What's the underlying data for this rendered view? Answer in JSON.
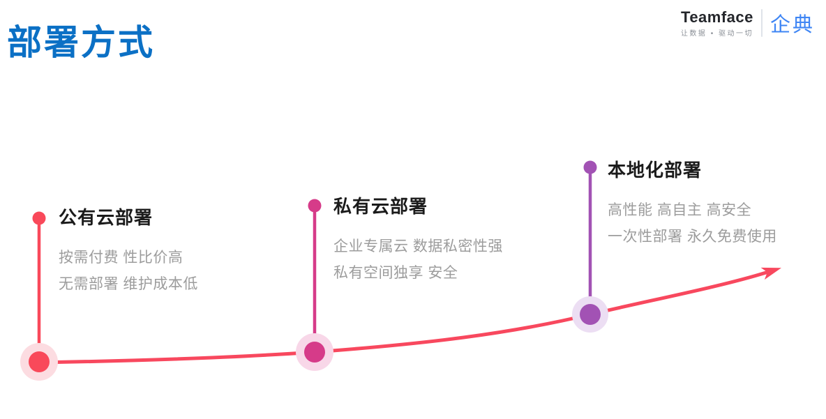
{
  "page": {
    "background": "#ffffff"
  },
  "header": {
    "title": "部署方式",
    "title_color": "#0b70c5"
  },
  "logo": {
    "brand": "Teamface",
    "brand_color": "#24262b",
    "tagline": "让数据 • 驱动一切",
    "tagline_color": "#8b9097",
    "divider_color": "#dfe3e9",
    "product": "企典",
    "product_color": "#3e85f4"
  },
  "timeline": {
    "curve_color": "#f8485e",
    "title_color": "#1b1b1b",
    "desc_color": "#9c9c9c",
    "milestones": [
      {
        "title": "公有云部署",
        "desc_line1": "按需付费 性比价高",
        "desc_line2": "无需部署 维护成本低",
        "accent_color": "#f9495a",
        "halo_color": "#fcdce1"
      },
      {
        "title": "私有云部署",
        "desc_line1": "企业专属云 数据私密性强",
        "desc_line2": "私有空间独享 安全",
        "accent_color": "#d63b89",
        "halo_color": "#f8d7e8"
      },
      {
        "title": "本地化部署",
        "desc_line1": "高性能 高自主 高安全",
        "desc_line2": "一次性部署 永久免费使用",
        "accent_color": "#a252b4",
        "halo_color": "#ecdef3"
      }
    ]
  }
}
